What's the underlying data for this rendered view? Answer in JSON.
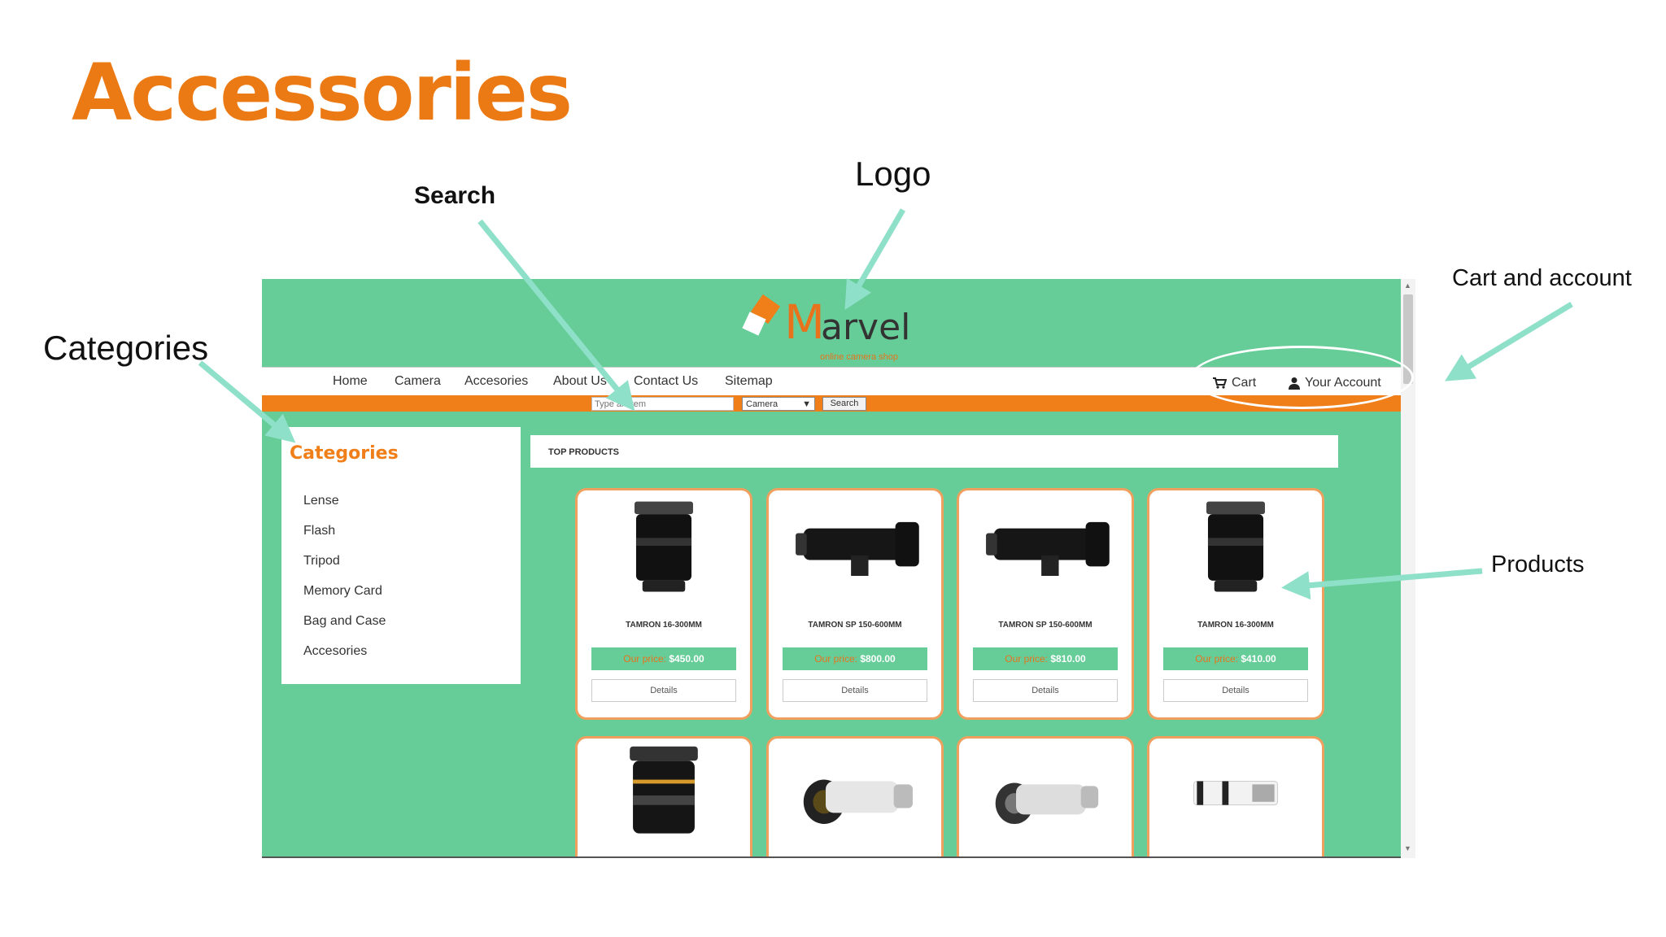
{
  "slide": {
    "title": "Accessories"
  },
  "callouts": {
    "search": "Search",
    "logo": "Logo",
    "cart_account": "Cart and account",
    "categories": "Categories",
    "products": "Products"
  },
  "site": {
    "logo": {
      "first_letter": "M",
      "rest": "arvel",
      "tagline": "online camera shop"
    },
    "nav": [
      "Home",
      "Camera",
      "Accesories",
      "About Us",
      "Contact Us",
      "Sitemap"
    ],
    "cart_label": "Cart",
    "account_label": "Your Account",
    "search": {
      "placeholder": "Type an item",
      "category_value": "Camera",
      "button_label": "Search"
    },
    "categories": {
      "title": "Categories",
      "items": [
        "Lense",
        "Flash",
        "Tripod",
        "Memory Card",
        "Bag and Case",
        "Accesories"
      ]
    },
    "products": {
      "heading": "TOP PRODUCTS",
      "price_label": "Our price:",
      "details_label": "Details",
      "items": [
        {
          "name": "TAMRON 16-300MM",
          "price": "$450.00"
        },
        {
          "name": "TAMRON SP 150-600MM",
          "price": "$800.00"
        },
        {
          "name": "TAMRON SP 150-600MM",
          "price": "$810.00"
        },
        {
          "name": "TAMRON 16-300MM",
          "price": "$410.00"
        }
      ]
    }
  },
  "colors": {
    "brand_orange": "#f07f1a",
    "site_green": "#66cd98",
    "arrow_teal": "#8ee0c9"
  }
}
